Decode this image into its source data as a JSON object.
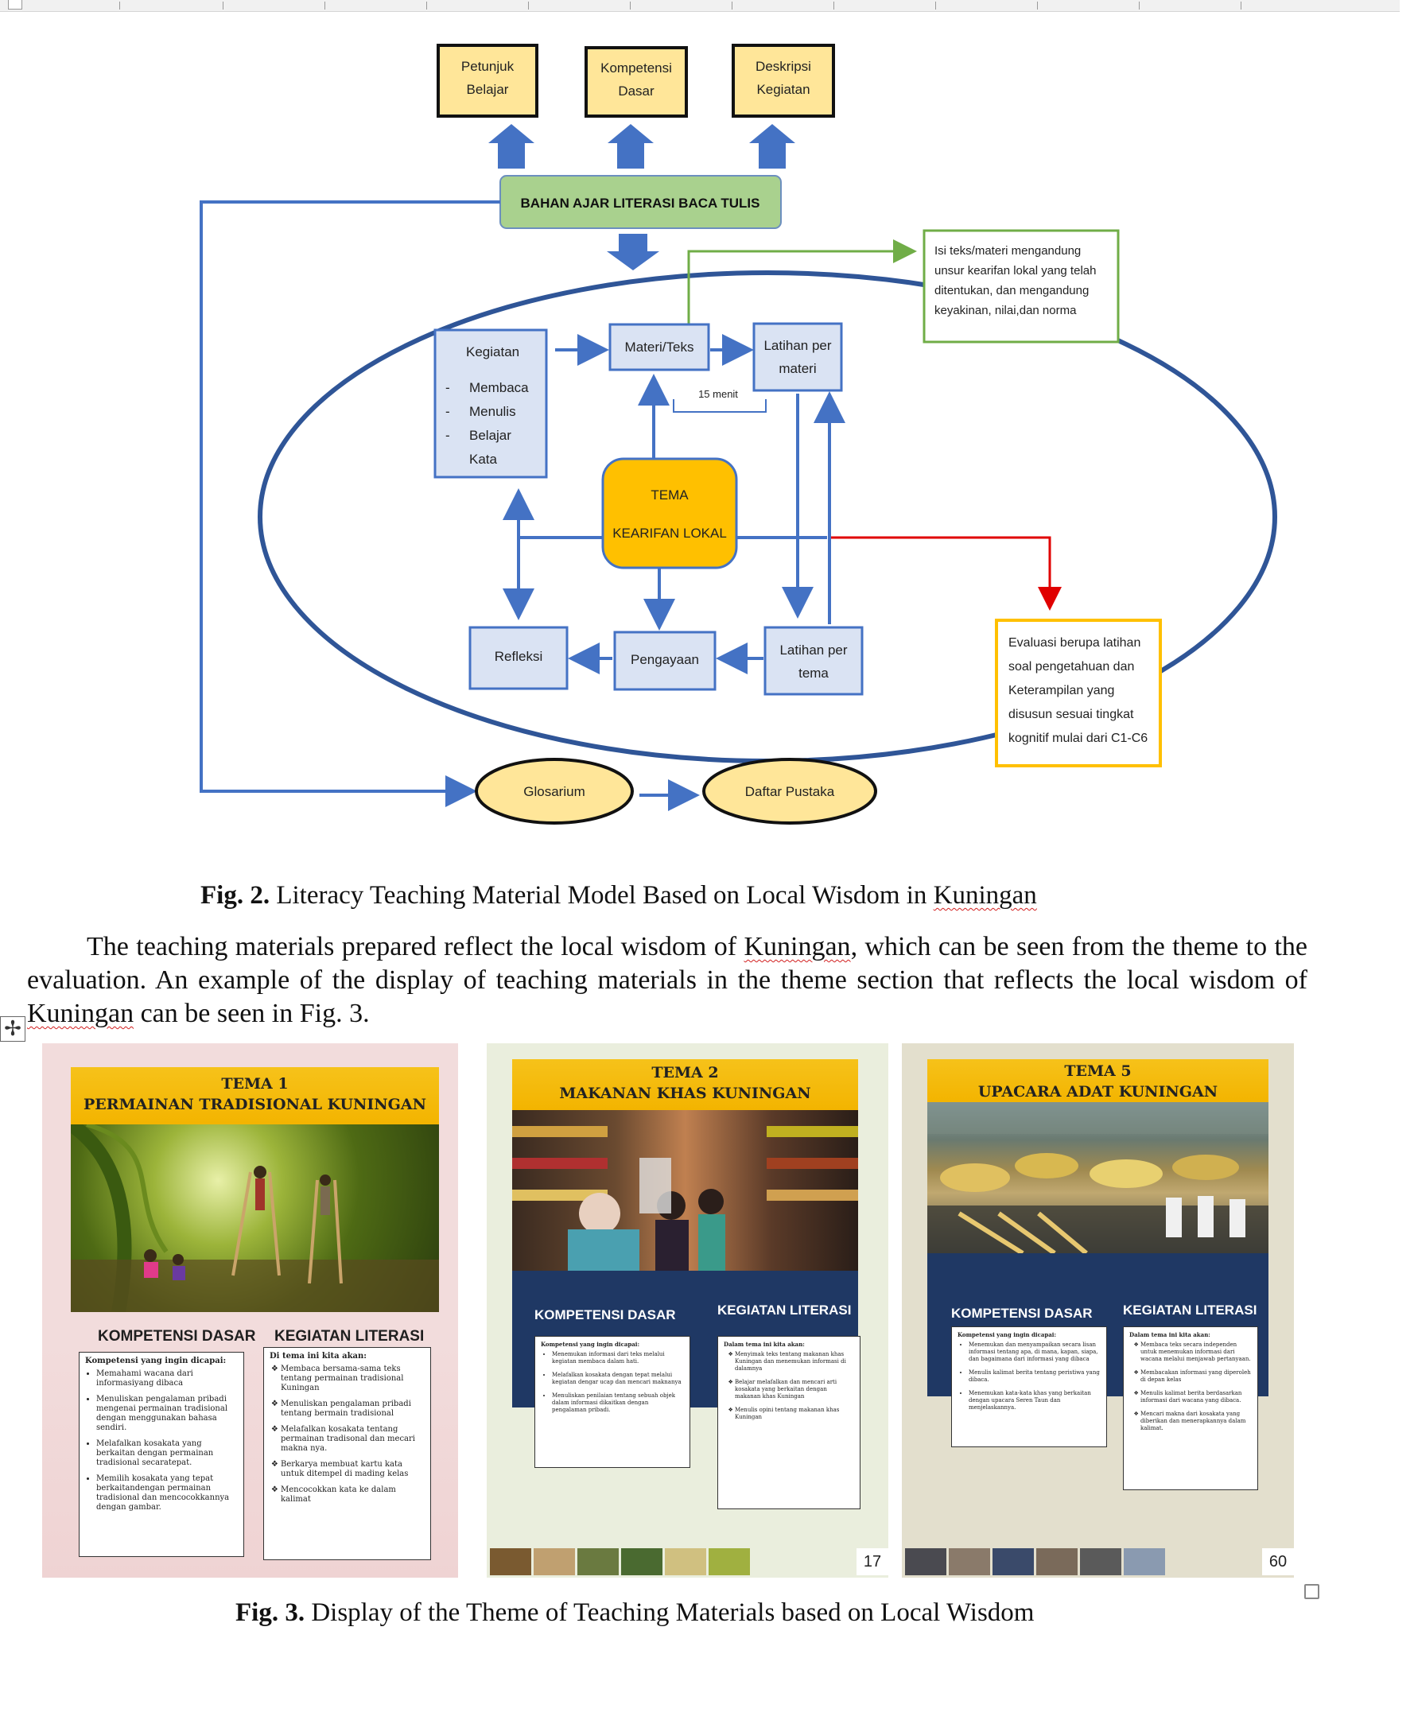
{
  "diagram": {
    "top_boxes": [
      "Petunjuk Belajar",
      "Kompetensi Dasar",
      "Deskripsi Kegiatan"
    ],
    "center_bar": "BAHAN AJAR LITERASI BACA TULIS",
    "kegiatan_title": "Kegiatan",
    "kegiatan_items": [
      "Membaca",
      "Menulis",
      "Belajar Kata"
    ],
    "materi": "Materi/Teks",
    "latihan_materi": "Latihan per materi",
    "duration": "15 menit",
    "tema": "TEMA KEARIFAN LOKAL",
    "refleksi": "Refleksi",
    "pengayaan": "Pengayaan",
    "latihan_tema": "Latihan per tema",
    "note_green": "Isi teks/materi mengandung unsur kearifan lokal yang telah ditentukan, dan mengandung keyakinan, nilai,dan norma",
    "note_yellow": "Evaluasi berupa latihan soal pengetahuan dan Keterampilan yang disusun sesuai tingkat kognitif mulai dari C1-C6",
    "glosarium": "Glosarium",
    "daftar_pustaka": "Daftar Pustaka",
    "colors": {
      "blue": "#4472c4",
      "green_box": "#a9d18e",
      "yellow": "#ffc000",
      "light_yellow": "#ffe699",
      "box_fill": "#dae3f3",
      "ellipse": "#2f5597",
      "red": "#e00000",
      "green_line": "#70ad47"
    }
  },
  "fig2": {
    "label": "Fig. 2.",
    "text_before": "Literacy Teaching Material Model Based on Local Wisdom in",
    "misspelled": "Kuningan"
  },
  "paragraph": {
    "p1": "The teaching materials prepared reflect the local wisdom of",
    "w1": "Kuningan",
    "p2": ", which can be seen from the theme to the evaluation. An example of the display of teaching materials in the theme section that reflects the local wisdom of",
    "w2": "Kuningan",
    "p3": "can be seen in Fig. 3."
  },
  "cards": [
    {
      "title1": "TEMA 1",
      "title2": "PERMAINAN TRADISIONAL KUNINGAN",
      "sec_left": "KOMPETENSI DASAR",
      "sec_right": "KEGIATAN LITERASI",
      "left_head": "Kompetensi yang ingin dicapai:",
      "left_items": [
        "Memahami wacana dari informasiyang dibaca",
        "Menuliskan pengalaman pribadi mengenai permainan tradisional dengan menggunakan bahasa sendiri.",
        "Melafalkan kosakata yang berkaitan dengan permainan tradisional secaratepat.",
        "Memilih kosakata yang tepat berkaitandengan permainan tradisional dan mencocokkannya dengan gambar."
      ],
      "right_head": "Di tema ini kita akan:",
      "right_items": [
        "Membaca bersama-sama teks tentang permainan tradisional Kuningan",
        "Menuliskan pengalaman pribadi tentang bermain tradisional",
        "Melafalkan kosakata tentang permainan tradisonal dan mecari makna nya.",
        "Berkarya membuat kartu kata untuk ditempel di mading kelas",
        "Mencocokkan kata ke dalam kalimat"
      ]
    },
    {
      "title1": "TEMA 2",
      "title2": "MAKANAN KHAS KUNINGAN",
      "sec_left": "KOMPETENSI DASAR",
      "sec_right": "KEGIATAN LITERASI",
      "left_head": "Kompetensi yang ingin dicapai:",
      "left_items": [
        "Menemukan informasi dari teks melalui kegiatan membaca dalam hati.",
        "Melafalkan kosakata dengan tepat melalui kegiatan dengar ucap dan mencari maknanya",
        "Menuliskan penilaian tentang sebuah objek dalam informasi dikaitkan dengan pengalaman pribadi."
      ],
      "right_head": "Dalam tema ini kita akan:",
      "right_items": [
        "Menyimak teks tentang makanan khas Kuningan dan menemukan informasi di dalamnya",
        "Belajar melafalkan dan mencari arti kosakata yang berkaitan dengan makanan khas Kuningan",
        "Menulis opini tentang makanan khas Kuningan"
      ],
      "page": "17"
    },
    {
      "title1": "TEMA 5",
      "title2": "UPACARA ADAT KUNINGAN",
      "sec_left": "KOMPETENSI DASAR",
      "sec_right": "KEGIATAN LITERASI",
      "left_head": "Kompetensi yang ingin dicapai:",
      "left_items": [
        "Menemukan dan menyampaikan secara lisan informasi tentang apa, di mana, kapan, siapa, dan bagaimana dari informasi yang dibaca",
        "Menulis kalimat berita tentang peristiwa yang dibaca.",
        "Menemukan kata-kata khas yang berkaitan dengan upacara Seren Taun dan menjelaskannya."
      ],
      "right_head": "Dalam tema ini kita akan:",
      "right_items": [
        "Membaca teks secara independen untuk menemukan informasi dari wacana melalui menjawab pertanyaan.",
        "Membacakan informasi yang diperoleh di depan kelas",
        "Menulis kalimat berita berdasarkan informasi dari wacana yang dibaca.",
        "Mencari makna dari kosakata yang diberikan dan menerapkannya dalam kalimat."
      ],
      "page": "60"
    }
  ],
  "fig3": {
    "label": "Fig. 3.",
    "text": "Display of the Theme of Teaching Materials based on Local Wisdom"
  }
}
